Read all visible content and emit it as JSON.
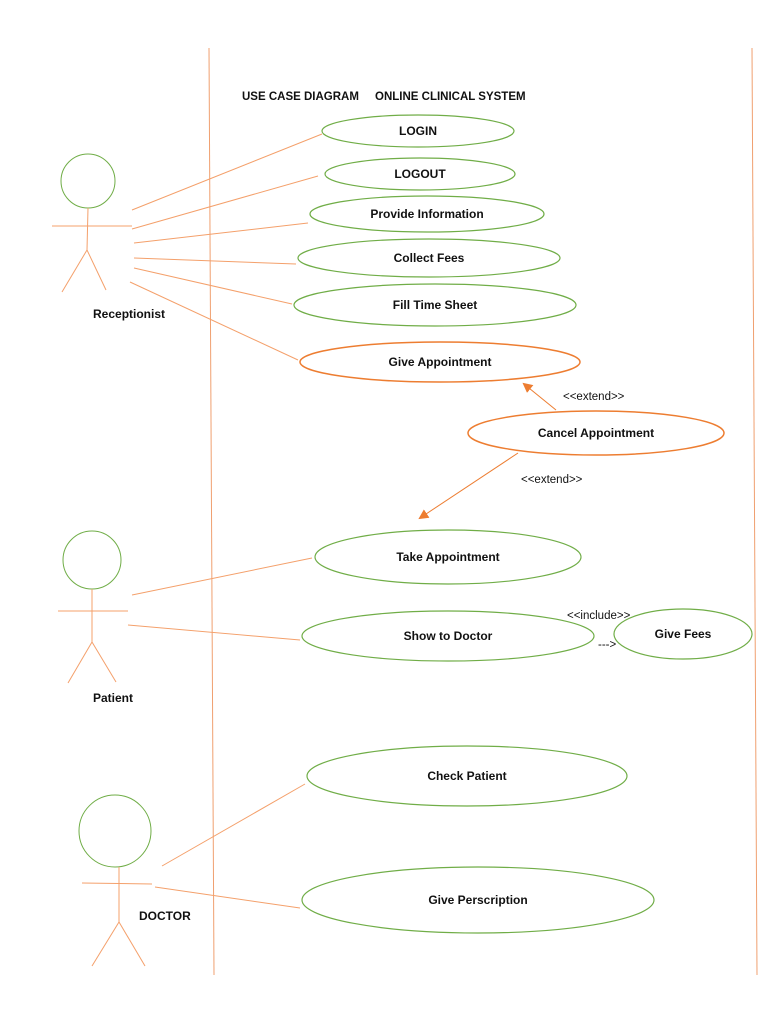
{
  "title": {
    "left": "USE CASE DIAGRAM",
    "right": "ONLINE CLINICAL SYSTEM"
  },
  "actors": {
    "receptionist": "Receptionist",
    "patient": "Patient",
    "doctor": "DOCTOR"
  },
  "use_cases": {
    "login": "LOGIN",
    "logout": "LOGOUT",
    "provide_information": "Provide Information",
    "collect_fees": "Collect Fees",
    "fill_time_sheet": "Fill Time Sheet",
    "give_appointment": "Give Appointment",
    "cancel_appointment": "Cancel Appointment",
    "take_appointment": "Take Appointment",
    "show_to_doctor": "Show to Doctor",
    "give_fees": "Give Fees",
    "check_patient": "Check Patient",
    "give_prescription": "Give Perscription"
  },
  "relations": {
    "extend_1": "<<extend>>",
    "extend_2": "<<extend>>",
    "include": "<<include>>",
    "include_arrow": "--->"
  },
  "colors": {
    "green": "#70ad47",
    "orange": "#ed7d31",
    "line_orange": "#f4a06b"
  }
}
